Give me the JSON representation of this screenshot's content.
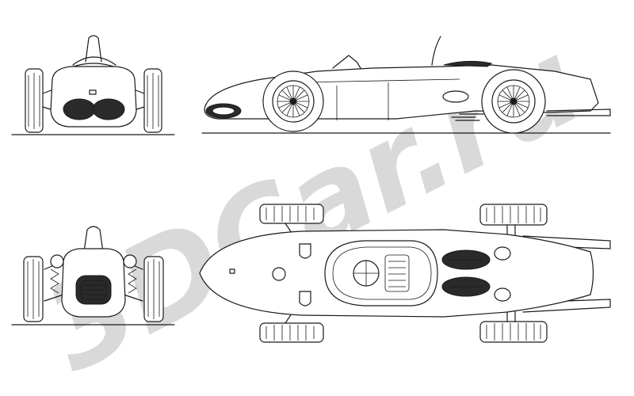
{
  "watermark": {
    "text": "3DCar.ru",
    "color": "#d9d9d9"
  },
  "views": [
    {
      "name": "front"
    },
    {
      "name": "side"
    },
    {
      "name": "rear"
    },
    {
      "name": "top"
    }
  ],
  "colors": {
    "line": "#1a1a1a",
    "background": "#ffffff"
  }
}
